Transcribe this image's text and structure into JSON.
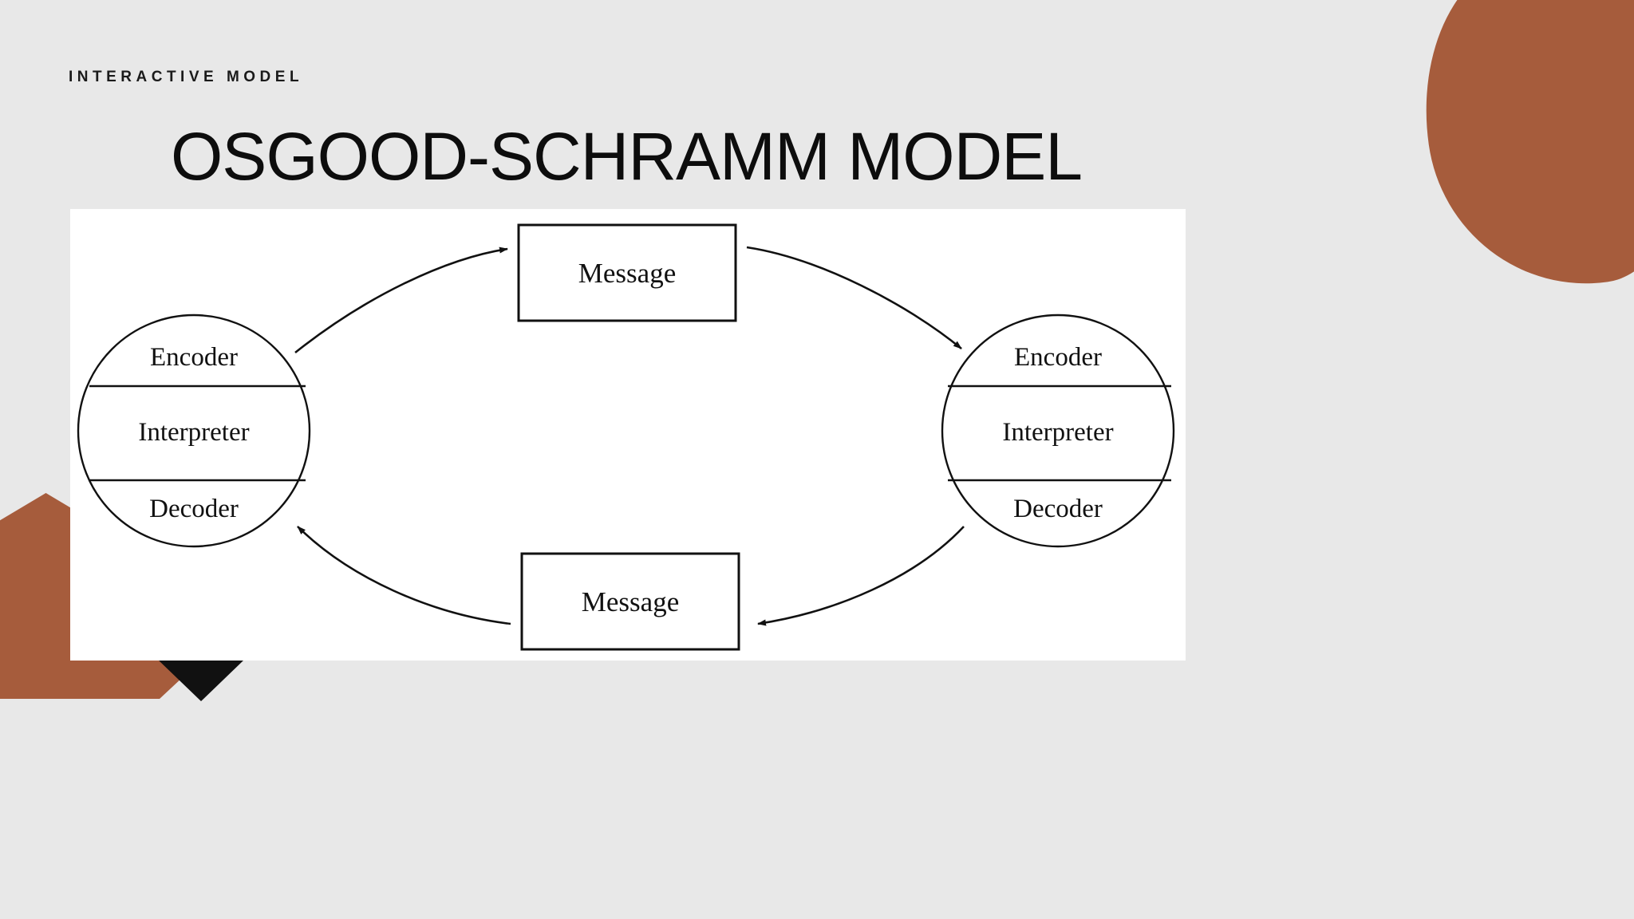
{
  "slide": {
    "eyebrow": "INTERACTIVE MODEL",
    "title": "OSGOOD-SCHRAMM MODEL",
    "background_color": "#E8E8E8",
    "panel_color": "#FFFFFF",
    "accent_color": "#A65C3C",
    "line_color": "#111111"
  },
  "diagram": {
    "type": "cyclical-communication-model",
    "left_node": {
      "name": "left-participant",
      "shape": "circle",
      "bands": [
        {
          "id": "encoder",
          "label": "Encoder"
        },
        {
          "id": "interpreter",
          "label": "Interpreter"
        },
        {
          "id": "decoder",
          "label": "Decoder"
        }
      ]
    },
    "right_node": {
      "name": "right-participant",
      "shape": "circle",
      "bands": [
        {
          "id": "encoder",
          "label": "Encoder"
        },
        {
          "id": "interpreter",
          "label": "Interpreter"
        },
        {
          "id": "decoder",
          "label": "Decoder"
        }
      ]
    },
    "top_message": {
      "label": "Message",
      "shape": "rectangle"
    },
    "bottom_message": {
      "label": "Message",
      "shape": "rectangle"
    },
    "arrows": [
      {
        "id": "left-to-top-message",
        "from": "left-participant",
        "to": "top-message",
        "direction": "clockwise"
      },
      {
        "id": "top-message-to-right",
        "from": "top-message",
        "to": "right-participant",
        "direction": "clockwise"
      },
      {
        "id": "right-to-bottom-message",
        "from": "right-participant",
        "to": "bottom-message",
        "direction": "clockwise"
      },
      {
        "id": "bottom-message-to-left",
        "from": "bottom-message",
        "to": "left-participant",
        "direction": "clockwise"
      }
    ]
  }
}
